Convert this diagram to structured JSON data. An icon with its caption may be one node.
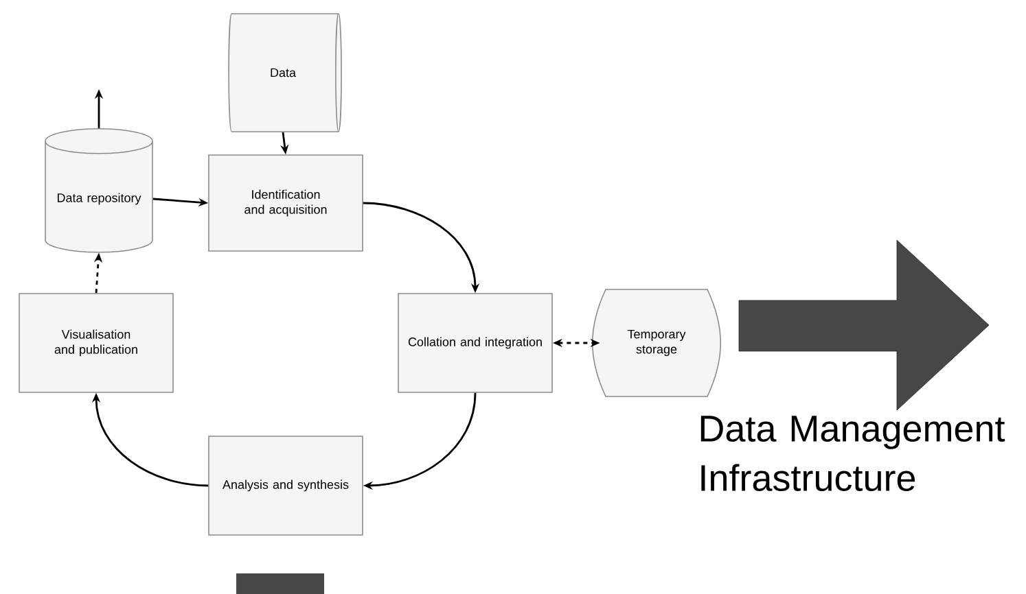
{
  "diagram": {
    "nodes": [
      {
        "text": [
          "Data"
        ]
      },
      {
        "text": [
          "Data repository"
        ]
      },
      {
        "text": [
          "Identification and acquisition"
        ]
      },
      {
        "text": [
          "Collation and integration"
        ]
      },
      {
        "text": [
          "Temporary storage"
        ]
      },
      {
        "text": [
          "Visualisation and publication"
        ]
      },
      {
        "text": [
          "Analysis and synthesis"
        ]
      }
    ],
    "edges": [
      {
        "from": 0,
        "to": 2,
        "arrow": "to"
      },
      {
        "from": 1,
        "to": 2,
        "arrow": "to"
      },
      {
        "from": 2,
        "to": 3,
        "arrow": "to"
      },
      {
        "from": 3,
        "to": 4,
        "arrow": "both",
        "style": "dashed"
      },
      {
        "from": 3,
        "to": 6,
        "arrow": "to"
      },
      {
        "from": 6,
        "to": 5,
        "arrow": "to"
      },
      {
        "from": 5,
        "to": 1,
        "arrow": "to",
        "style": "dashed"
      },
      {
        "from": 1,
        "to": null,
        "arrow": "to"
      }
    ],
    "labels": [
      "Data Management Infrastructure"
    ]
  }
}
